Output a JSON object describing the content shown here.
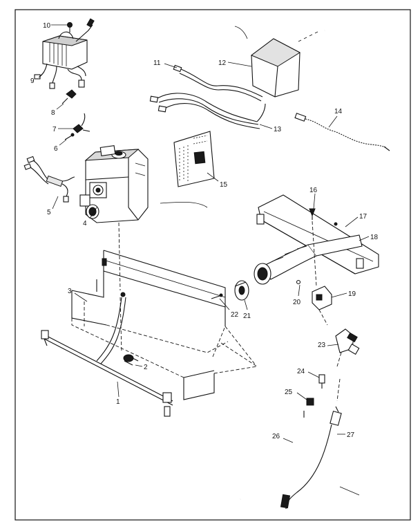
{
  "diagram": {
    "labels": [
      {
        "id": "10",
        "text": "10"
      },
      {
        "id": "9",
        "text": "9"
      },
      {
        "id": "8",
        "text": "8"
      },
      {
        "id": "7",
        "text": "7"
      },
      {
        "id": "6",
        "text": "6"
      },
      {
        "id": "5",
        "text": "5"
      },
      {
        "id": "4",
        "text": "4"
      },
      {
        "id": "3",
        "text": "3"
      },
      {
        "id": "2",
        "text": "2"
      },
      {
        "id": "1",
        "text": "1"
      },
      {
        "id": "11",
        "text": "11"
      },
      {
        "id": "12",
        "text": "12"
      },
      {
        "id": "13",
        "text": "13"
      },
      {
        "id": "14",
        "text": "14"
      },
      {
        "id": "15",
        "text": "15"
      },
      {
        "id": "16",
        "text": "16"
      },
      {
        "id": "17",
        "text": "17"
      },
      {
        "id": "18",
        "text": "18"
      },
      {
        "id": "19",
        "text": "19"
      },
      {
        "id": "20",
        "text": "20"
      },
      {
        "id": "21",
        "text": "21"
      },
      {
        "id": "22",
        "text": "22"
      },
      {
        "id": "23",
        "text": "23"
      },
      {
        "id": "24",
        "text": "24"
      },
      {
        "id": "25",
        "text": "25"
      },
      {
        "id": "26",
        "text": "26"
      },
      {
        "id": "27",
        "text": "27"
      }
    ]
  }
}
